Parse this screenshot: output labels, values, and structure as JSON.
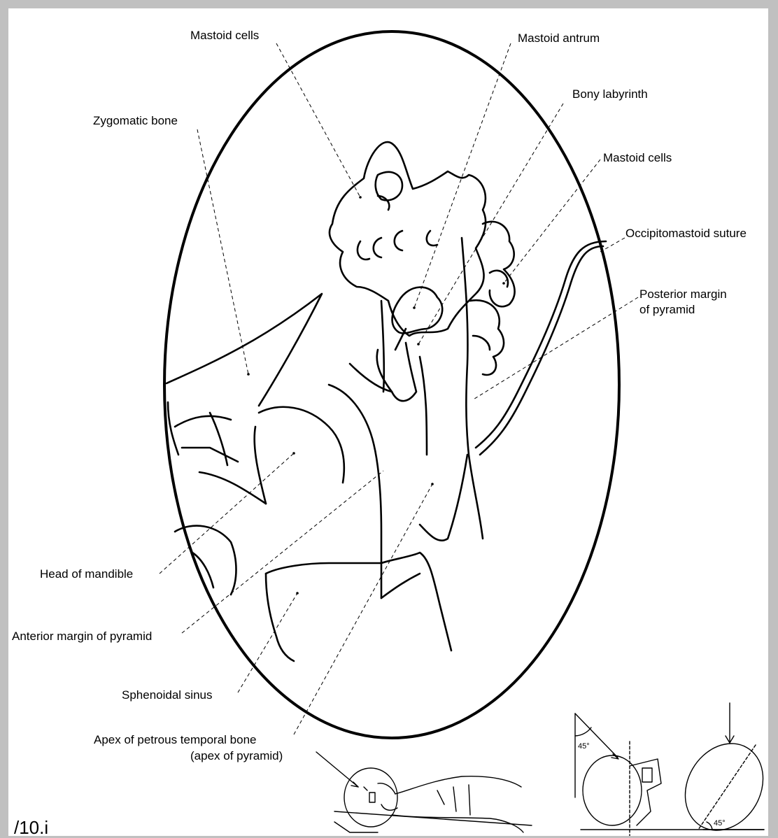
{
  "labels": {
    "mastoid_cells_top": "Mastoid cells",
    "mastoid_antrum": "Mastoid antrum",
    "bony_labyrinth": "Bony labyrinth",
    "zygomatic_bone": "Zygomatic bone",
    "mastoid_cells_right": "Mastoid cells",
    "occipitomastoid_suture": "Occipitomastoid suture",
    "posterior_margin_line1": "Posterior margin",
    "posterior_margin_line2": "of pyramid",
    "head_of_mandible": "Head of mandible",
    "anterior_margin": "Anterior margin of pyramid",
    "sphenoidal_sinus": "Sphenoidal sinus",
    "apex_line1": "Apex of petrous temporal bone",
    "apex_line2": "(apex of pyramid)"
  },
  "positioning": {
    "angle_left": "45°",
    "angle_right": "45°"
  },
  "caption": "/10.i"
}
